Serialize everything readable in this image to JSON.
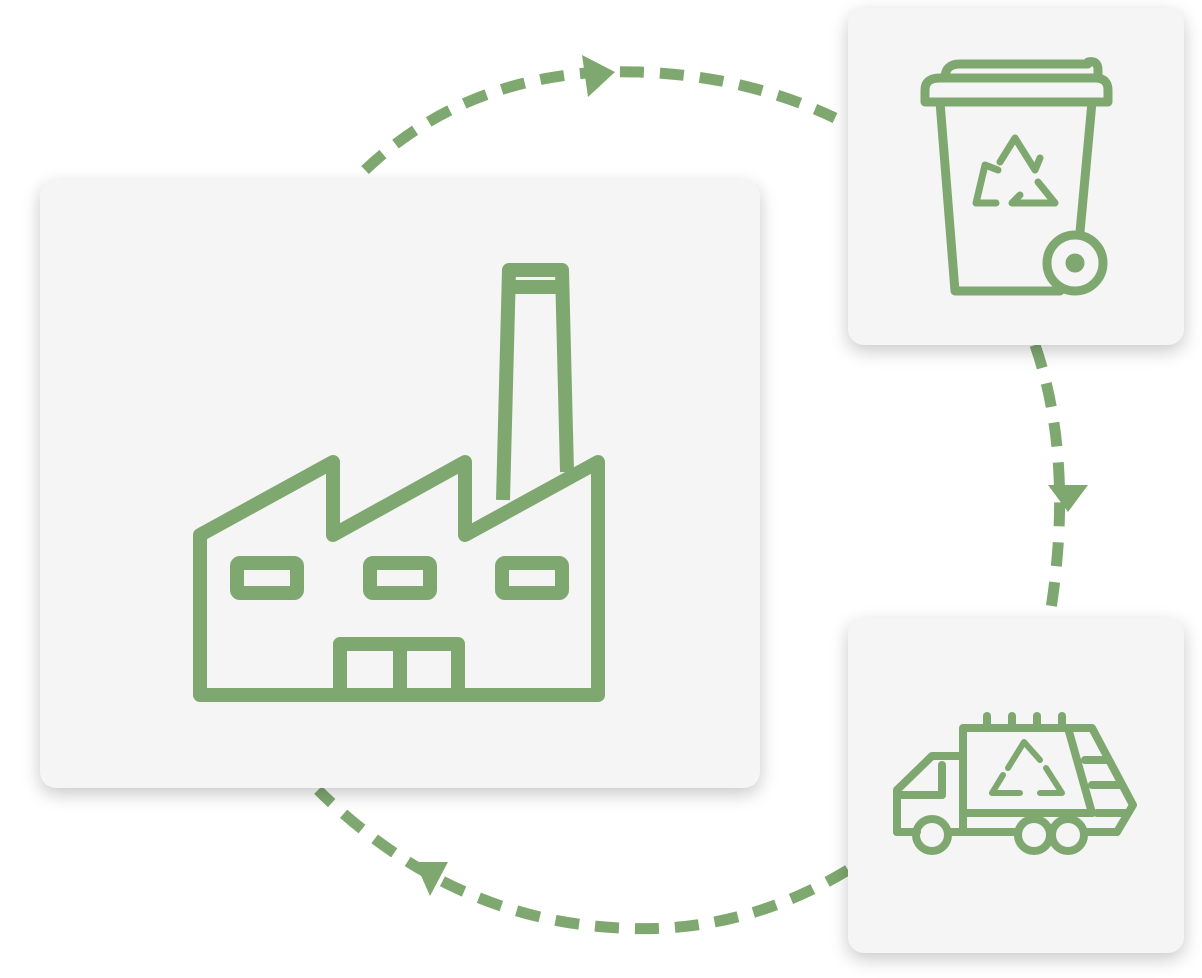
{
  "colors": {
    "accent": "#7fa870",
    "card": "#f5f5f5",
    "background": "#ffffff"
  },
  "nodes": [
    {
      "id": "factory",
      "icon": "factory-icon"
    },
    {
      "id": "bin",
      "icon": "recycle-bin-icon"
    },
    {
      "id": "truck",
      "icon": "garbage-truck-icon"
    }
  ],
  "edges": [
    {
      "from": "factory",
      "to": "bin"
    },
    {
      "from": "bin",
      "to": "truck"
    },
    {
      "from": "truck",
      "to": "factory"
    }
  ]
}
